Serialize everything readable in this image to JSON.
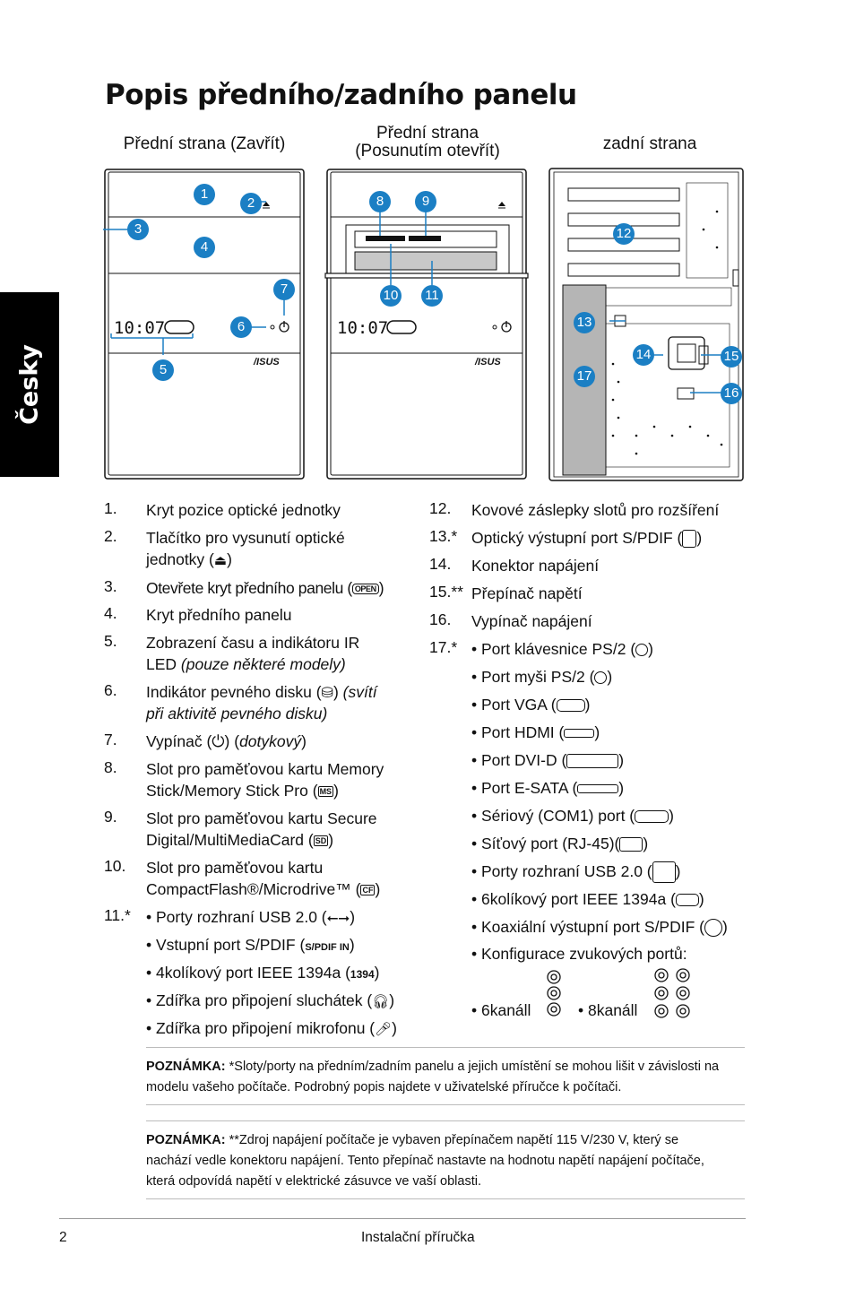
{
  "title": "Popis předního/zadního panelu",
  "side_tab": "Česky",
  "captions": {
    "front_closed": "Přední strana (Zavřít)",
    "front_open_1": "Přední strana",
    "front_open_2": "(Posunutím otevřít)",
    "rear": "zadní strana"
  },
  "panel": {
    "clock": "10:07",
    "brand": "/ISUS"
  },
  "callouts": [
    "1",
    "2",
    "3",
    "4",
    "5",
    "6",
    "7",
    "8",
    "9",
    "10",
    "11",
    "12",
    "13",
    "14",
    "15",
    "16",
    "17"
  ],
  "left_items": [
    {
      "n": "1.",
      "t": "Kryt pozice optické jednotky"
    },
    {
      "n": "2.",
      "t": "Tlačítko pro vysunutí optické",
      "t2": "jednotky ("
    },
    {
      "n": "3.",
      "t": "Otevřete kryt předního panelu ("
    },
    {
      "n": "4.",
      "t": "Kryt předního panelu"
    },
    {
      "n": "5.",
      "t": "Zobrazení času a indikátoru IR",
      "t2": "LED ",
      "t2i": "(pouze některé modely)"
    },
    {
      "n": "6.",
      "t": "Indikátor pevného disku (",
      "ti": "(svítí",
      "t2i": "při aktivitě pevného disku)"
    },
    {
      "n": "7.",
      "t": "Vypínač (",
      "ti": "dotykový"
    },
    {
      "n": "8.",
      "t": "Slot pro paměťovou kartu Memory",
      "t2": "Stick/Memory Stick Pro ("
    },
    {
      "n": "9.",
      "t": "Slot pro paměťovou kartu Secure",
      "t2": "Digital/MultiMediaCard ("
    },
    {
      "n": "10.",
      "t": "Slot pro paměťovou kartu",
      "t2": "CompactFlash®/Microdrive™ ("
    },
    {
      "n": "11.*",
      "t": "• Porty rozhraní USB 2.0 ("
    }
  ],
  "left_sub": [
    "• Vstupní port S/PDIF (",
    "• 4kolíkový port IEEE 1394a (",
    "• Zdířka pro připojení sluchátek (",
    "• Zdířka pro připojení mikrofonu ("
  ],
  "icon_text": {
    "open": "OPEN",
    "spdif": "S/PDIF IN",
    "ieee": "1394",
    "ms": "MS",
    "sd": "SD",
    "cf": "CF"
  },
  "right_items": [
    {
      "n": "12.",
      "t": "Kovové záslepky slotů pro rozšíření"
    },
    {
      "n": "13.*",
      "t": "Optický výstupní port S/PDIF ("
    },
    {
      "n": "14.",
      "t": "Konektor napájení"
    },
    {
      "n": "15.**",
      "t": "Přepínač napětí"
    },
    {
      "n": "16.",
      "t": "Vypínač napájení"
    },
    {
      "n": "17.*",
      "t": "• Port klávesnice PS/2 ("
    }
  ],
  "right_sub": [
    "• Port myši PS/2 (",
    "• Port VGA (",
    "• Port HDMI (",
    "• Port DVI-D (",
    "• Port E-SATA (",
    "• Sériový (COM1) port (",
    "• Síťový port (RJ-45)(",
    "• Porty rozhraní USB 2.0 (",
    "• 6kolíkový port IEEE 1394a (",
    "• Koaxiální výstupní port S/PDIF (",
    "• Konfigurace zvukových portů:"
  ],
  "audio": {
    "six": "• 6kanáll",
    "eight": "• 8kanáll"
  },
  "note1": {
    "label": "POZNÁMKA:",
    "text": " *Sloty/porty na předním/zadním panelu a jejich umístění se mohou lišit v závislosti na modelu vašeho počítače. Podrobný popis najdete v uživatelské příručce k počítači."
  },
  "note2": {
    "label": "POZNÁMKA:",
    "text": " **Zdroj napájení počítače je vybaven přepínačem napětí 115 V/230 V, který se nachází vedle konektoru napájení. Tento přepínač nastavte na hodnotu napětí napájení počítače, která odpovídá napětí v elektrické zásuvce ve vaší oblasti."
  },
  "footer": {
    "page": "2",
    "title": "Instalační příručka"
  }
}
